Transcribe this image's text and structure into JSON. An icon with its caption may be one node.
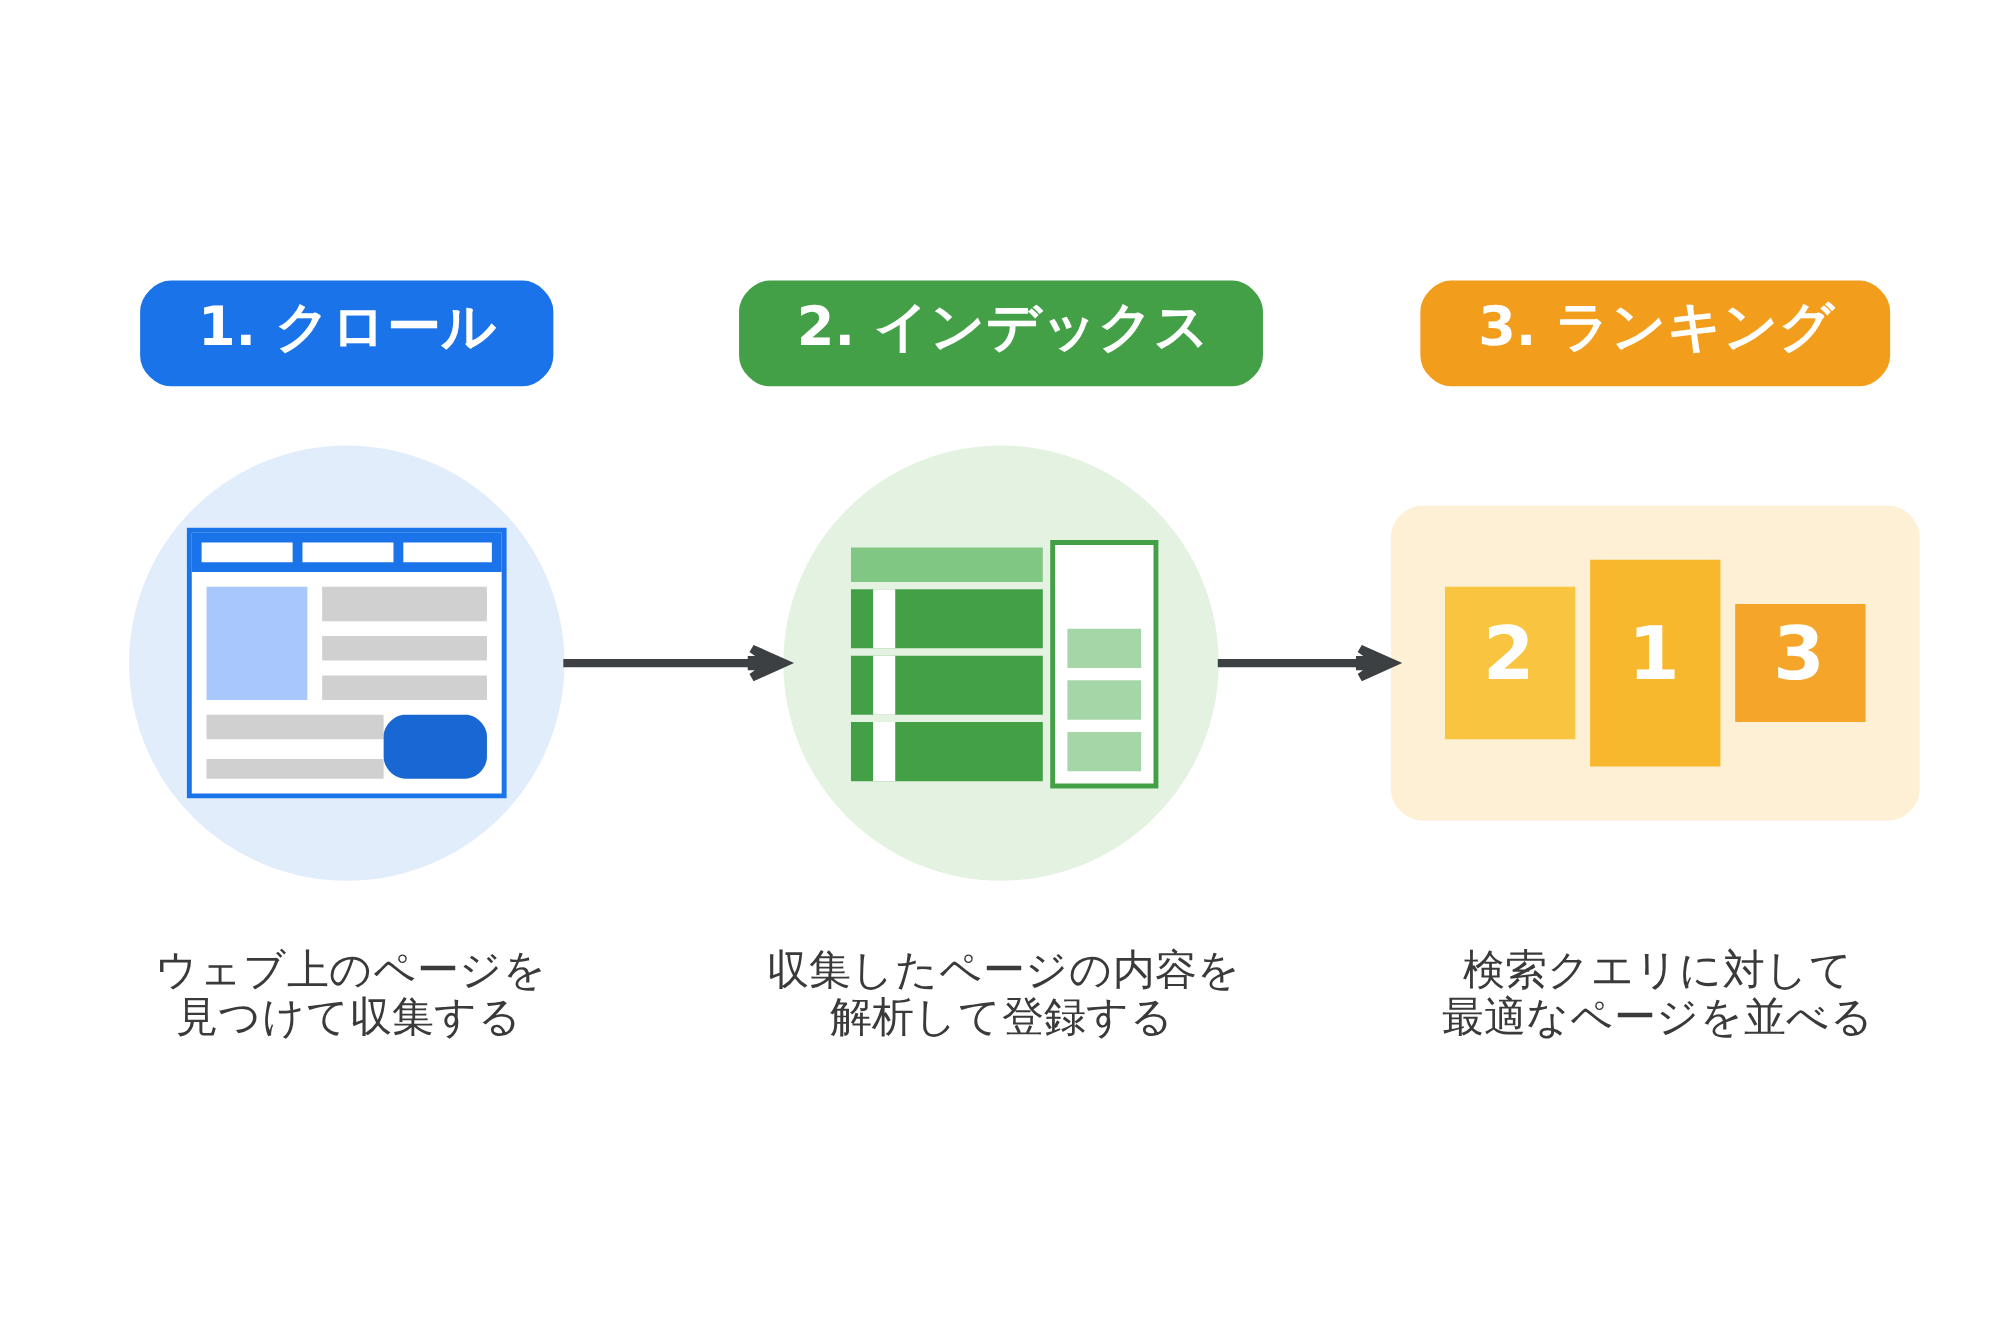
{
  "diagram": {
    "nodes": [
      {
        "text": [
          "1. クロール"
        ]
      },
      {
        "text": [],
        "shape": "picture",
        "beside": [
          "ウェブ上のページを見つけて収集する"
        ]
      },
      {
        "text": [
          "2. インデックス"
        ]
      },
      {
        "text": [],
        "shape": "picture",
        "beside": [
          "収集したページの内容を解析して登録する"
        ]
      },
      {
        "text": [
          "3. ランキング"
        ]
      },
      {
        "text": [],
        "shape": "picture",
        "beside": [
          "検索クエリに対して最適なページを並べる"
        ]
      },
      {
        "text": [
          "2"
        ],
        "in": 5
      },
      {
        "text": [
          "1"
        ],
        "in": 5
      },
      {
        "text": [
          "3"
        ],
        "in": 5
      }
    ],
    "edges": [
      {
        "from": 1,
        "to": 3,
        "arrow": "to"
      },
      {
        "from": 3,
        "to": 5,
        "arrow": "to"
      }
    ]
  }
}
